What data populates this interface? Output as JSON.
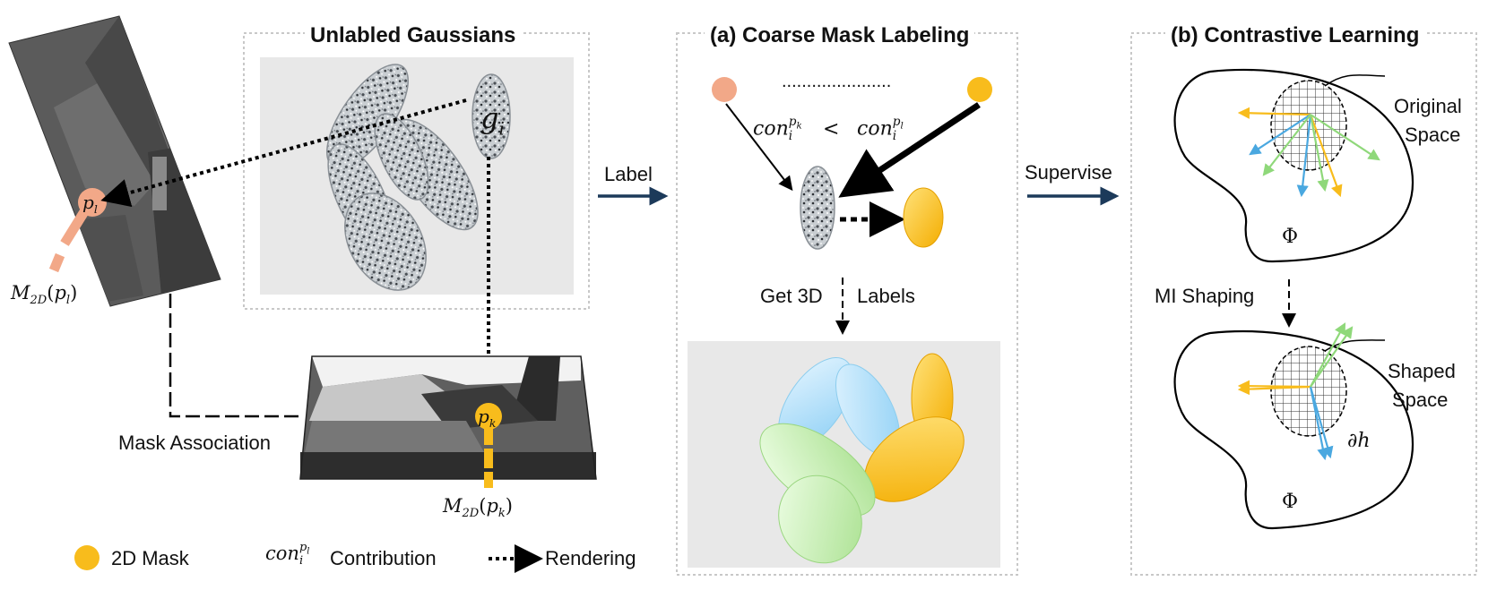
{
  "panels": {
    "unlabeled": {
      "title": "Unlabled Gaussians"
    },
    "a": {
      "title": "(a) Coarse Mask Labeling"
    },
    "b": {
      "title": "(b) Contrastive Learning"
    }
  },
  "labels": {
    "label_arrow": "Label",
    "supervise_arrow": "Supervise",
    "mask_association": "Mask Association",
    "get3d": "Get 3D",
    "labels_word": "Labels",
    "mi_shaping": "MI Shaping",
    "original_space": [
      "Original",
      "Space"
    ],
    "shaped_space": [
      "Shaped",
      "Space"
    ],
    "phi": "Φ",
    "dots": "......................"
  },
  "math": {
    "g": "g",
    "g_sub": "i",
    "p_l": "p",
    "p_l_sub": "l",
    "p_k": "p",
    "p_k_sub": "k",
    "m2d": "M",
    "m2d_sub": "2D",
    "con": "con",
    "con_sup_k": "p",
    "con_sup_k_sub": "k",
    "con_sup_l": "p",
    "con_sup_l_sub": "l",
    "con_sub": "i",
    "lt": "<",
    "dh": "∂h"
  },
  "legend": {
    "mask": "2D Mask",
    "contribution": "Contribution",
    "rendering": "Rendering"
  },
  "colors": {
    "salmon": "#f2a888",
    "yellow": "#f8bc1c",
    "navy": "#1c3a5a",
    "blue": "#4aa8e0",
    "green": "#8fd87a",
    "panel_border": "#c8c8c8",
    "scene_bg": "#e8e8e8"
  }
}
